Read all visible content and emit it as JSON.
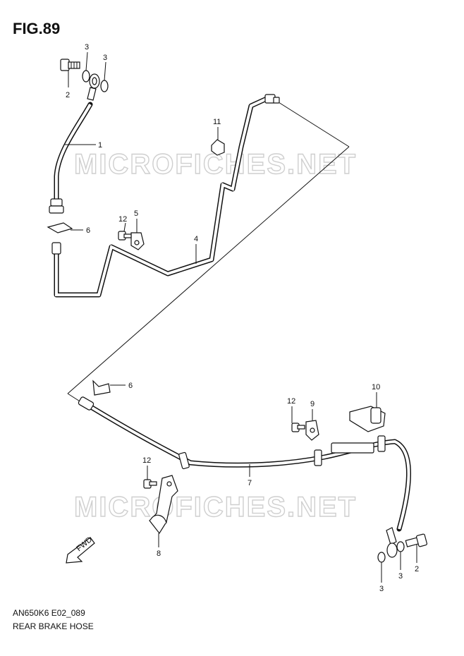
{
  "figure": {
    "title": "FIG.89",
    "code": "AN650K6 E02_089",
    "name": "REAR BRAKE HOSE"
  },
  "watermark": {
    "text": "MICROFICHES.NET",
    "color": "#cfcfcf"
  },
  "callouts": [
    {
      "id": "c-3a",
      "label": "3"
    },
    {
      "id": "c-3b",
      "label": "3"
    },
    {
      "id": "c-2a",
      "label": "2"
    },
    {
      "id": "c-1",
      "label": "1"
    },
    {
      "id": "c-6a",
      "label": "6"
    },
    {
      "id": "c-12a",
      "label": "12"
    },
    {
      "id": "c-5",
      "label": "5"
    },
    {
      "id": "c-4",
      "label": "4"
    },
    {
      "id": "c-11",
      "label": "11"
    },
    {
      "id": "c-6b",
      "label": "6"
    },
    {
      "id": "c-12b",
      "label": "12"
    },
    {
      "id": "c-9",
      "label": "9"
    },
    {
      "id": "c-10",
      "label": "10"
    },
    {
      "id": "c-12c",
      "label": "12"
    },
    {
      "id": "c-7",
      "label": "7"
    },
    {
      "id": "c-8",
      "label": "8"
    },
    {
      "id": "c-3c",
      "label": "3"
    },
    {
      "id": "c-3d",
      "label": "3"
    },
    {
      "id": "c-2b",
      "label": "2"
    }
  ],
  "direction_marker": {
    "label": "FWD",
    "icon": "forward-arrow-icon"
  }
}
